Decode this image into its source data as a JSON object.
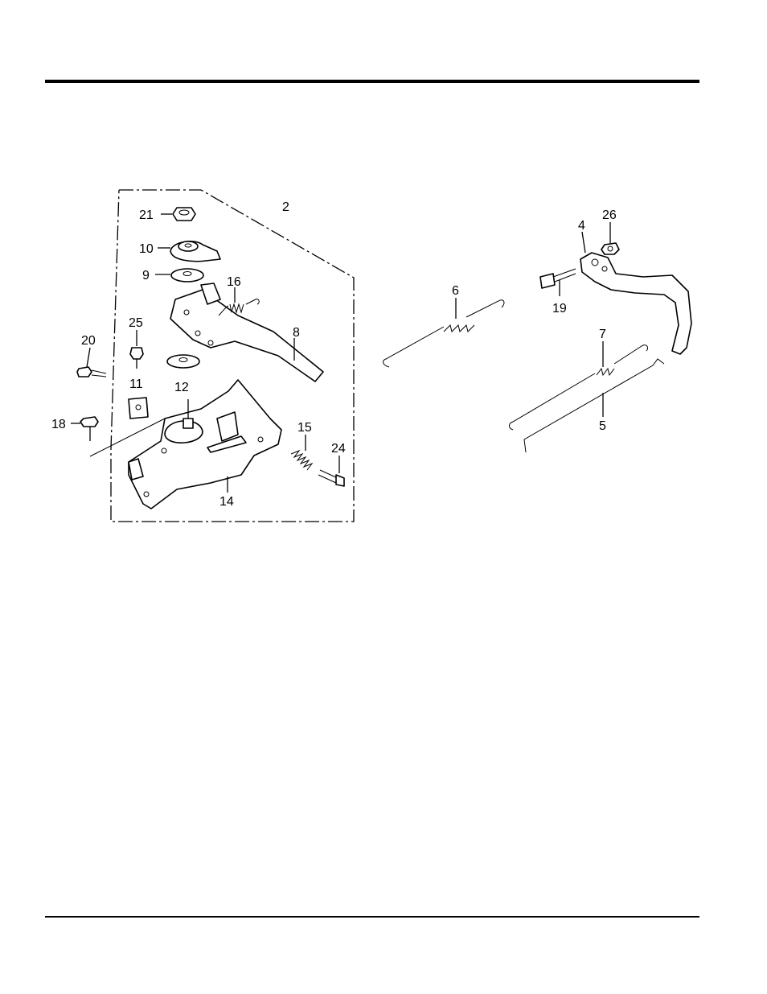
{
  "diagram": {
    "callouts": {
      "c2": "2",
      "c4": "4",
      "c5": "5",
      "c6": "6",
      "c7": "7",
      "c8": "8",
      "c9": "9",
      "c10": "10",
      "c11": "11",
      "c12": "12",
      "c14": "14",
      "c15": "15",
      "c16": "16",
      "c18": "18",
      "c19": "19",
      "c20": "20",
      "c21": "21",
      "c24": "24",
      "c25": "25",
      "c26": "26"
    }
  }
}
